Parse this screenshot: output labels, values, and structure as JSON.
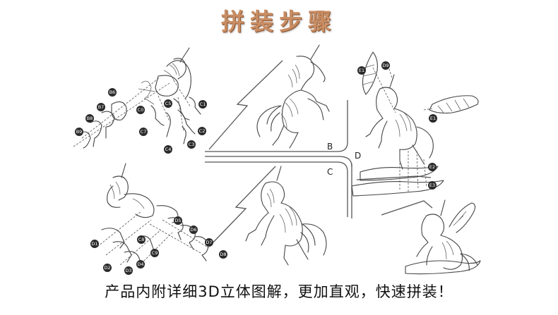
{
  "header": {
    "title": "拼装步骤"
  },
  "footer": {
    "caption": "产品内附详细3D立体图解，更加直观，快速拼装！"
  },
  "steps": {
    "b": "B",
    "c": "C",
    "d": "D"
  },
  "parts": {
    "b_group": [
      "B6",
      "B7",
      "B8",
      "B9",
      "C0",
      "C7",
      "C5",
      "C1",
      "C2",
      "C3",
      "C4"
    ],
    "c_group": [
      "D1",
      "D2",
      "D3",
      "D4",
      "C8",
      "C9",
      "D5",
      "D6",
      "D7",
      "D8"
    ],
    "d_group": [
      "E1",
      "D9",
      "E1",
      "E2",
      "E3"
    ]
  }
}
